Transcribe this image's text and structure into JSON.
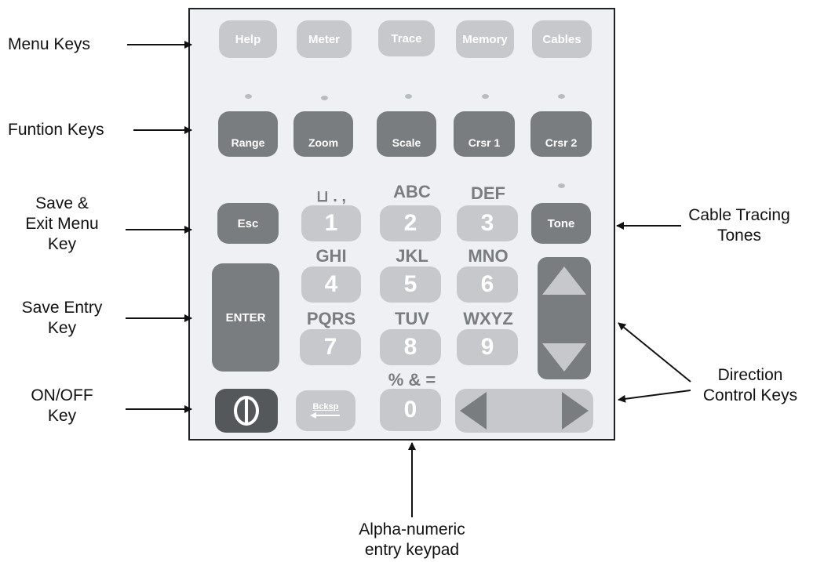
{
  "menu_keys": [
    "Help",
    "Meter",
    "Trace",
    "Memory",
    "Cables"
  ],
  "function_keys": [
    "Range",
    "Zoom",
    "Scale",
    "Crsr 1",
    "Crsr 2"
  ],
  "esc_key": "Esc",
  "tone_key": "Tone",
  "enter_key": "ENTER",
  "backspace_key": "Bcksp",
  "numpad": [
    {
      "digit": "1",
      "letters": "⊔ . ,"
    },
    {
      "digit": "2",
      "letters": "ABC"
    },
    {
      "digit": "3",
      "letters": "DEF"
    },
    {
      "digit": "4",
      "letters": "GHI"
    },
    {
      "digit": "5",
      "letters": "JKL"
    },
    {
      "digit": "6",
      "letters": "MNO"
    },
    {
      "digit": "7",
      "letters": "PQRS"
    },
    {
      "digit": "8",
      "letters": "TUV"
    },
    {
      "digit": "9",
      "letters": "WXYZ"
    },
    {
      "digit": "0",
      "letters": "% & ="
    }
  ],
  "labels": {
    "menu_keys": "Menu Keys",
    "function_keys": "Funtion Keys",
    "save_exit_line1": "Save &",
    "save_exit_line2": "Exit Menu",
    "save_exit_line3": "Key",
    "save_entry_line1": "Save Entry",
    "save_entry_line2": "Key",
    "on_off_line1": "ON/OFF",
    "on_off_line2": "Key",
    "cable_tracing_line1": "Cable Tracing",
    "cable_tracing_line2": "Tones",
    "direction_line1": "Direction",
    "direction_line2": "Control Keys",
    "alpha_line1": "Alpha-numeric",
    "alpha_line2": "entry keypad"
  },
  "colors": {
    "light_key": "#c6c8cb",
    "dark_key": "#7a7d80",
    "power_key": "#55585b",
    "panel": "#eef0f3"
  }
}
